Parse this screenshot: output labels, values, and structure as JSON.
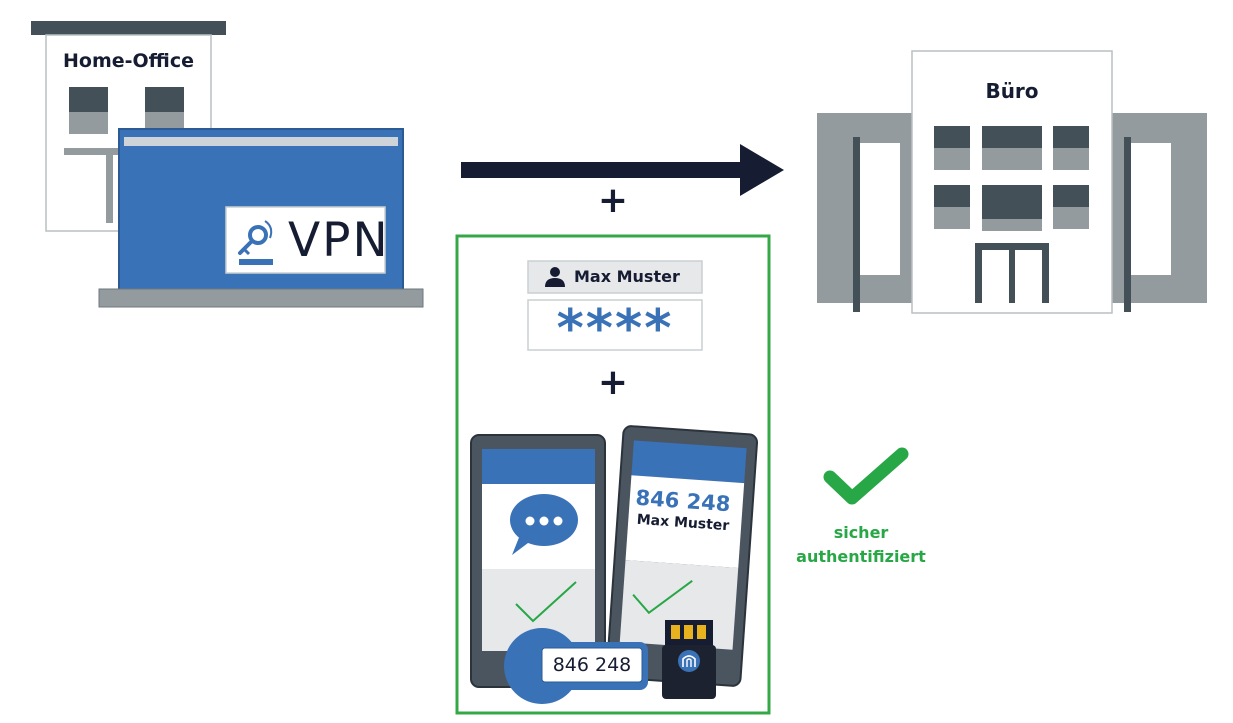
{
  "home_office": {
    "label": "Home-Office"
  },
  "laptop": {
    "vpn_label": "VPN",
    "screen_color": "#3a72b8"
  },
  "office": {
    "label": "Büro"
  },
  "auth": {
    "plus_1": "+",
    "username": "Max Muster",
    "password_mask": "****",
    "plus_2": "+",
    "phone_right_code": "846 248",
    "phone_right_name": "Max Muster",
    "token_code": "846 248"
  },
  "result": {
    "line1": "sicher",
    "line2": "authentifiziert",
    "color": "#27a745"
  },
  "colors": {
    "navy": "#161d33",
    "blue": "#3a72b8",
    "gray": "#939b9f",
    "dark_gray": "#445058",
    "green": "#27a745",
    "border_green": "#34a847"
  }
}
